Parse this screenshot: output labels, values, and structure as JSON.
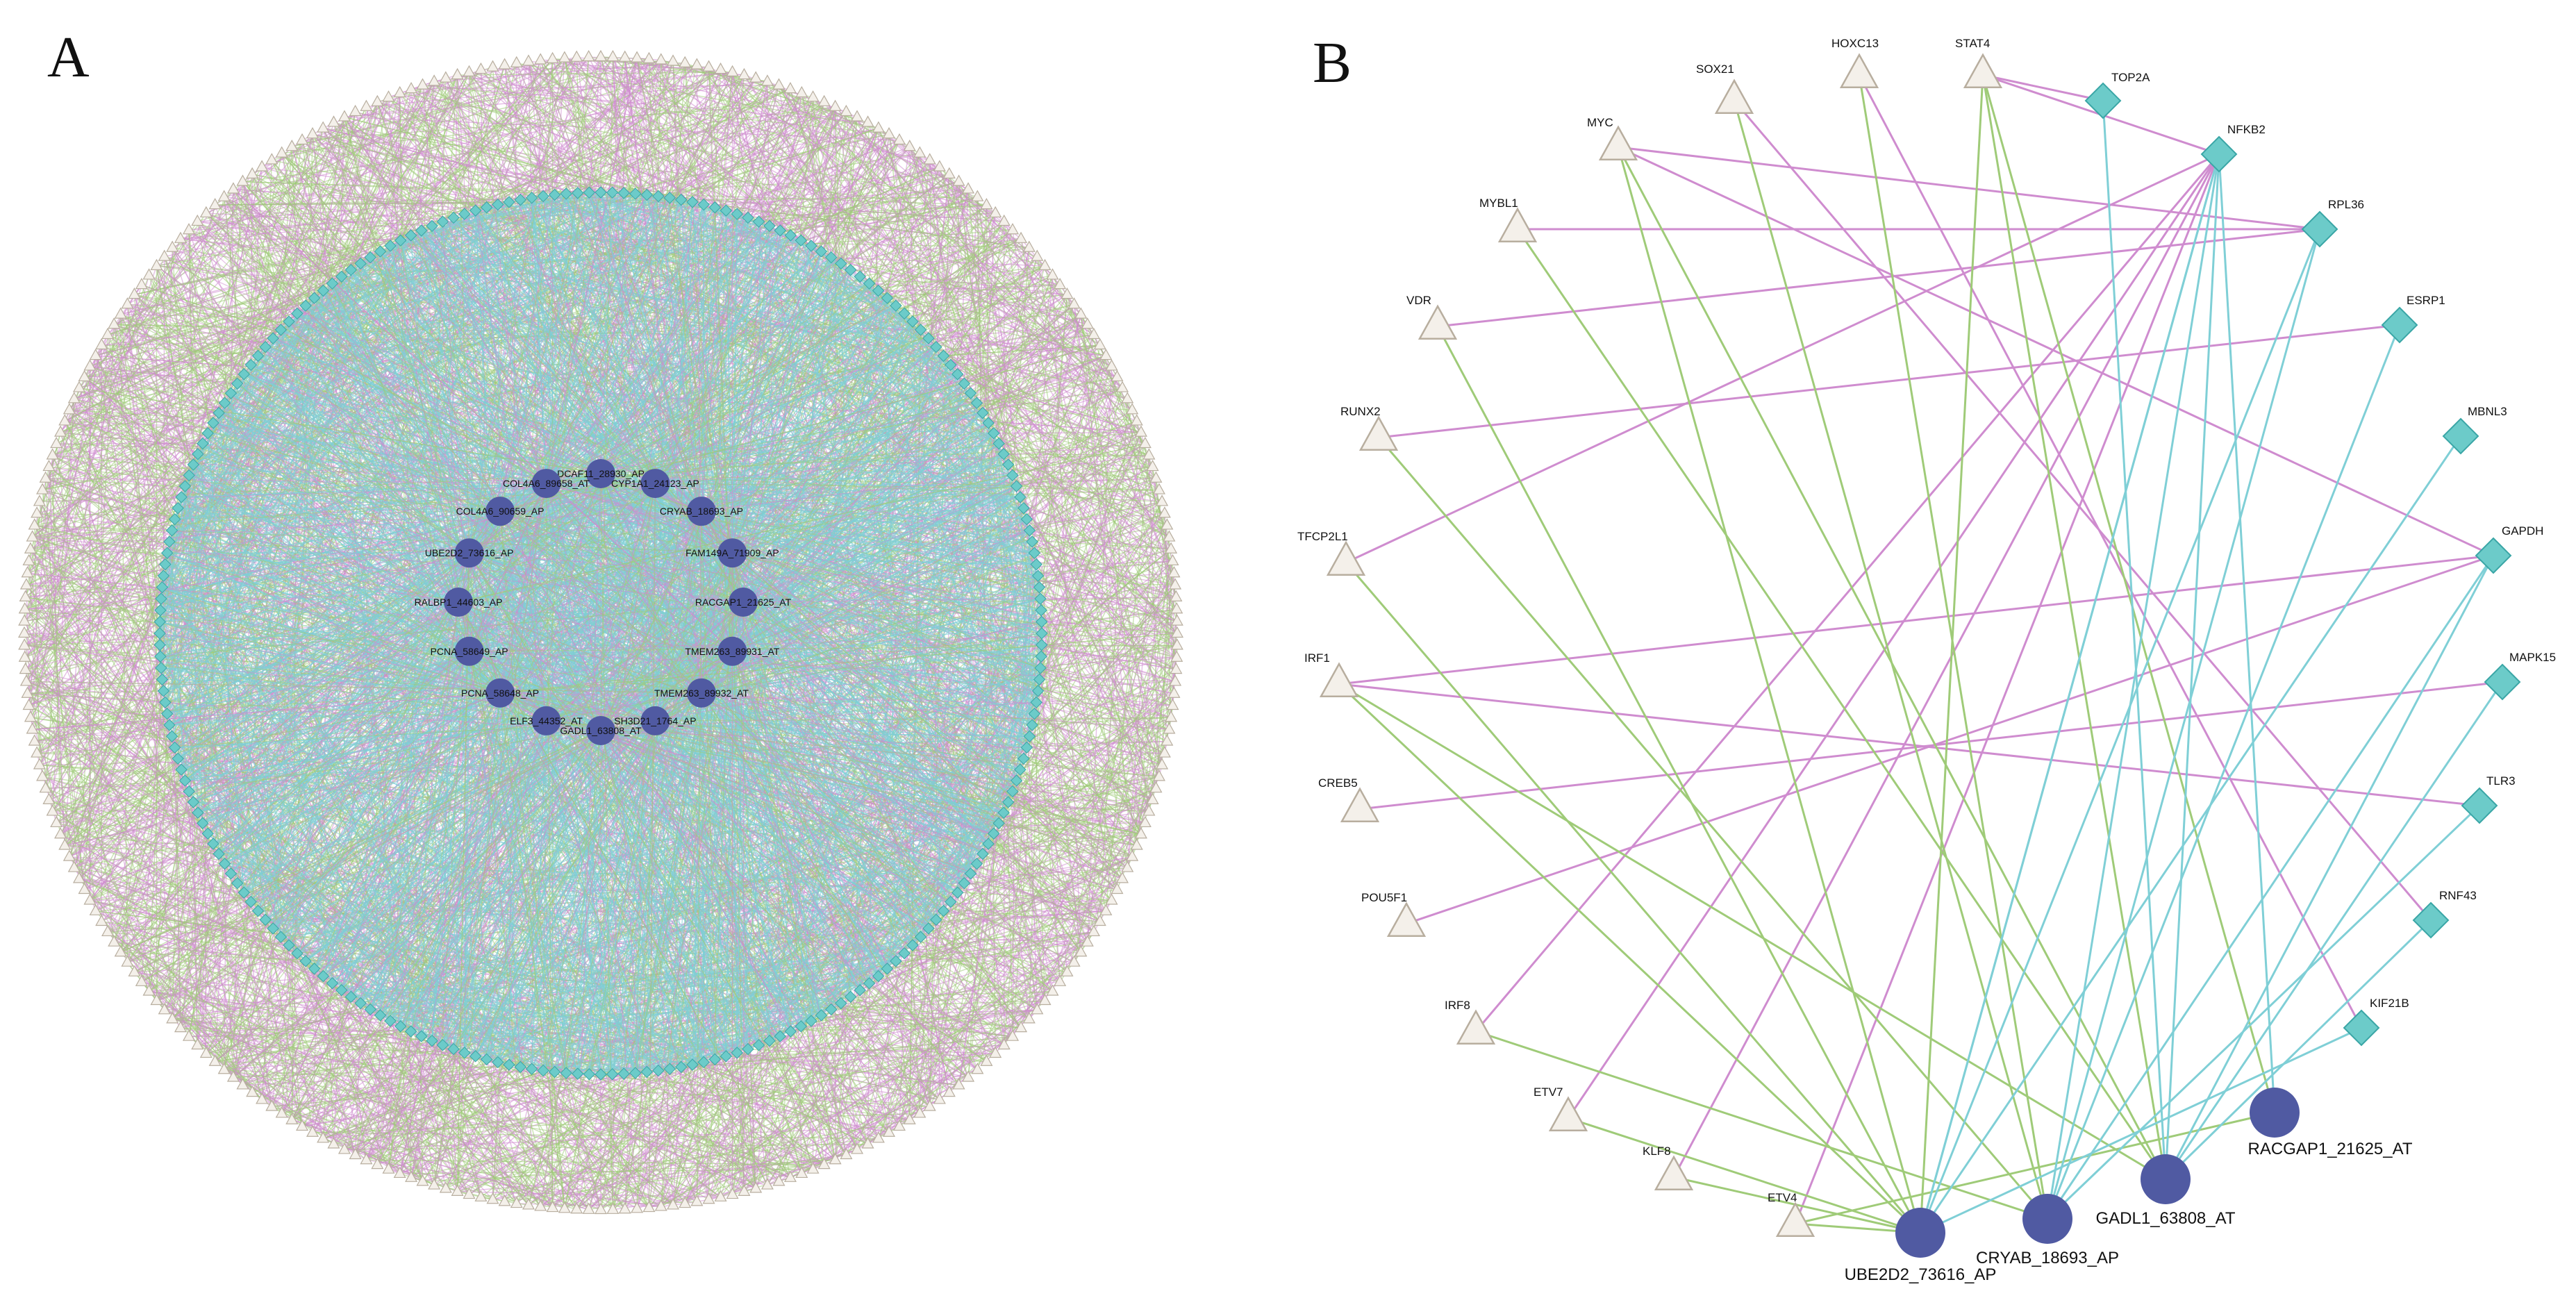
{
  "colors": {
    "background": "#ffffff",
    "edge_green": "#9fcb78",
    "edge_pink": "#cf8ccf",
    "edge_cyan": "#7fcfd6",
    "tf_fill": "#f4f0ea",
    "tf_stroke": "#b8ae9f",
    "gene_fill": "#6ccbc9",
    "gene_stroke": "#3aa6a6",
    "as_fill": "#505aa2",
    "label": "#111111"
  },
  "panel_a": {
    "letter": "A",
    "core_nodes": [
      "DCAF11_28930_AP",
      "CYP1A1_24123_AP",
      "CRYAB_18693_AP",
      "FAM149A_71909_AP",
      "RACGAP1_21625_AT",
      "TMEM263_89931_AT",
      "TMEM263_89932_AT",
      "SH3D21_1764_AP",
      "GADL1_63808_AT",
      "ELF3_44352_AT",
      "PCNA_58648_AP",
      "PCNA_58649_AP",
      "RALBP1_44603_AP",
      "UBE2D2_73616_AP",
      "COL4A6_90659_AP",
      "COL4A6_89658_AT"
    ]
  },
  "panel_b": {
    "letter": "B",
    "tf_nodes": [
      "SOX21",
      "HOXC13",
      "STAT4",
      "MYC",
      "MYBL1",
      "VDR",
      "RUNX2",
      "TFCP2L1",
      "IRF1",
      "CREB5",
      "POU5F1",
      "IRF8",
      "ETV7",
      "KLF8",
      "ETV4"
    ],
    "gene_nodes": [
      "TOP2A",
      "NFKB2",
      "RPL36",
      "ESRP1",
      "MBNL3",
      "GAPDH",
      "MAPK15",
      "TLR3",
      "RNF43",
      "KIF21B"
    ],
    "as_nodes": [
      "UBE2D2_73616_AP",
      "CRYAB_18693_AP",
      "GADL1_63808_AT",
      "RACGAP1_21625_AT"
    ]
  }
}
